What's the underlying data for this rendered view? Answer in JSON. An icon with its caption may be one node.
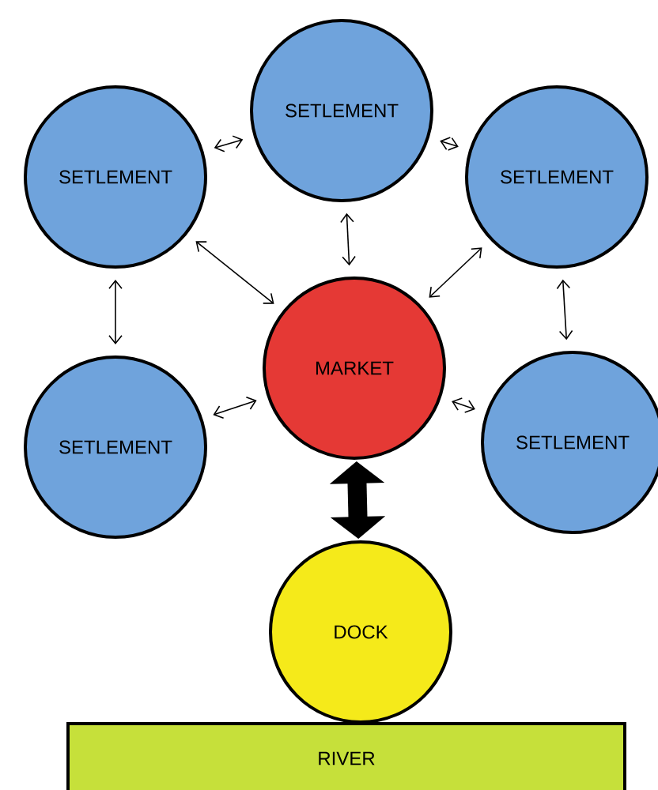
{
  "diagram": {
    "nodes": [
      {
        "text": [
          "SETLEMENT"
        ]
      },
      {
        "text": [
          "SETLEMENT"
        ]
      },
      {
        "text": [
          "SETLEMENT"
        ]
      },
      {
        "text": [
          "MARKET"
        ]
      },
      {
        "text": [
          "SETLEMENT"
        ]
      },
      {
        "text": [
          "SETLEMENT"
        ]
      },
      {
        "text": [
          "DOCK"
        ]
      },
      {
        "text": [
          "RIVER"
        ]
      }
    ],
    "edges": [
      {
        "from": 1,
        "to": 0,
        "arrow": "both"
      },
      {
        "from": 0,
        "to": 2,
        "arrow": "both"
      },
      {
        "from": 0,
        "to": 3,
        "arrow": "both"
      },
      {
        "from": 1,
        "to": 3,
        "arrow": "both"
      },
      {
        "from": 2,
        "to": 3,
        "arrow": "both"
      },
      {
        "from": 1,
        "to": 4,
        "arrow": "both"
      },
      {
        "from": 2,
        "to": 5,
        "arrow": "both"
      },
      {
        "from": 4,
        "to": 3,
        "arrow": "both"
      },
      {
        "from": 5,
        "to": 3,
        "arrow": "both"
      },
      {
        "from": 3,
        "to": 6,
        "arrow": "both",
        "style": "thick"
      }
    ]
  }
}
